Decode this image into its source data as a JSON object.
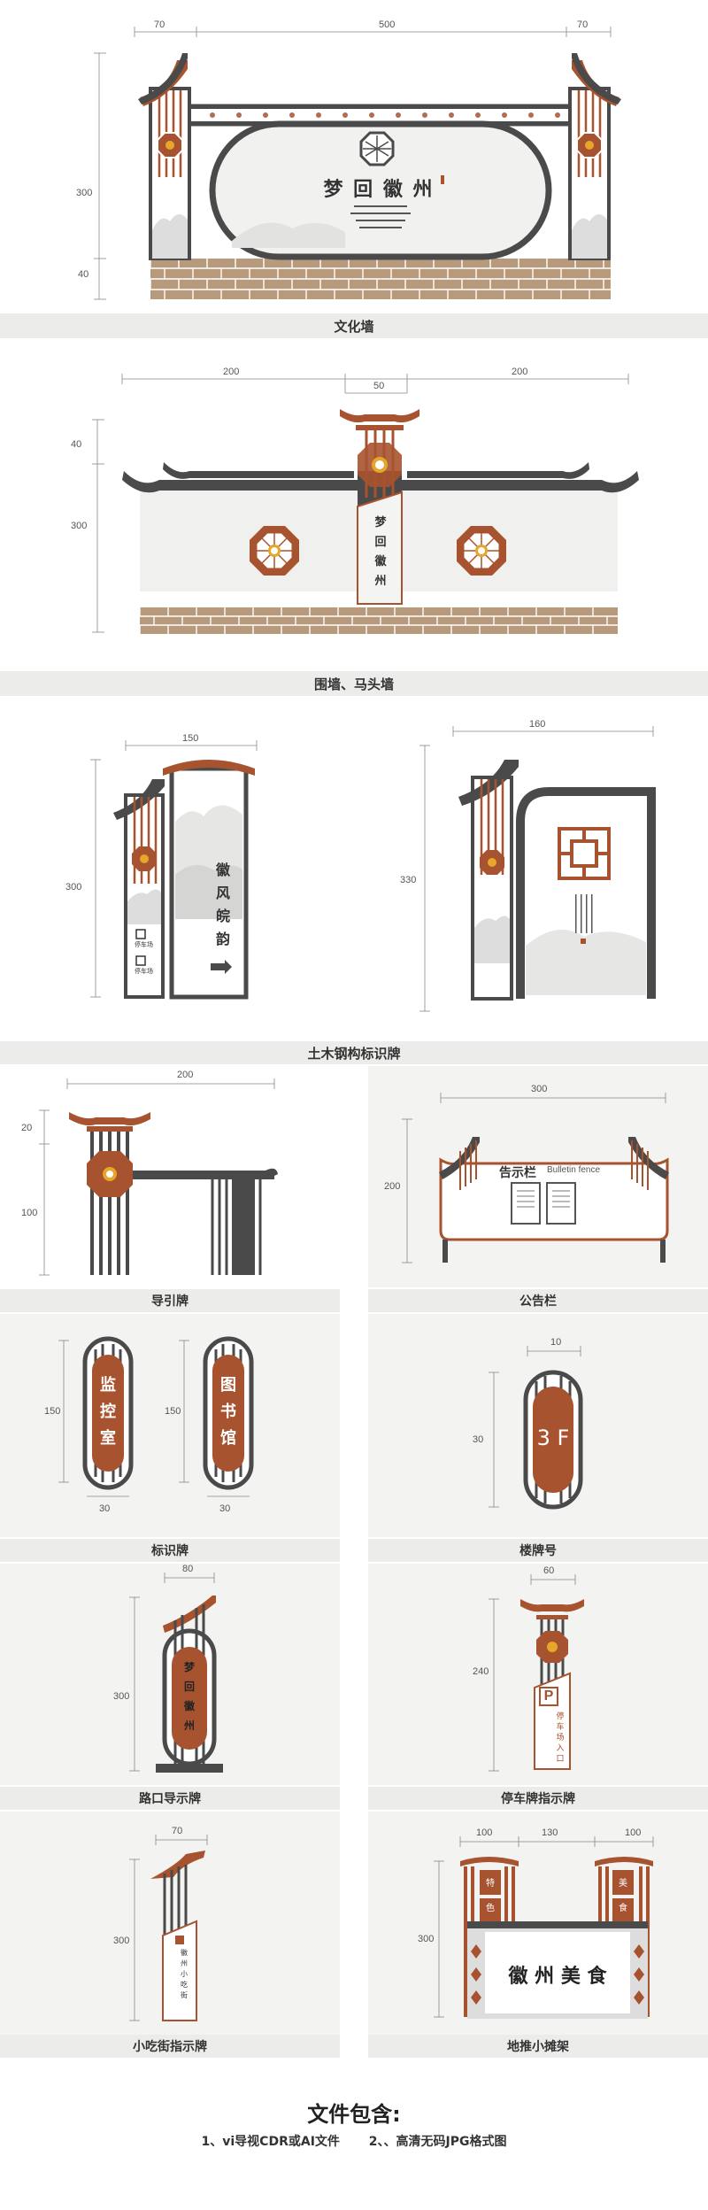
{
  "sections": {
    "culture_wall": {
      "label": "文化墙",
      "dims": {
        "top_left": "70",
        "top_mid": "500",
        "top_right": "70",
        "side_height": "300",
        "side_base": "40"
      },
      "sign_title": "梦 回 徽 州"
    },
    "enclosure_wall": {
      "label": "围墙、马头墙",
      "dims": {
        "left": "200",
        "mid": "50",
        "right": "200",
        "upper": "40",
        "main": "300"
      },
      "plaque_text": "梦 回 徽 州"
    },
    "steel_sign": {
      "label": "土木钢构标识牌",
      "left_dims": {
        "width": "150",
        "height": "300"
      },
      "right_dims": {
        "width": "160",
        "height": "330"
      },
      "left_text": "徽 风 皖 韵",
      "left_icon1": "停车场",
      "left_icon2": "停车场"
    },
    "guide_sign": {
      "label": "导引牌",
      "dims": {
        "width": "200",
        "top": "20",
        "height": "100"
      }
    },
    "bulletin": {
      "label": "公告栏",
      "dims": {
        "width": "300",
        "height": "200"
      },
      "title_cn": "告示栏",
      "title_en": "Bulletin fence"
    },
    "id_sign": {
      "label": "标识牌",
      "sign1": {
        "text": "监 控 室",
        "height": "150",
        "width": "30"
      },
      "sign2": {
        "text": "图 书 馆",
        "height": "150",
        "width": "30"
      }
    },
    "floor_sign": {
      "label": "楼牌号",
      "dims": {
        "width": "10",
        "height": "30"
      },
      "floor_text": "3 F"
    },
    "road_sign": {
      "label": "路口导示牌",
      "dims": {
        "width": "80",
        "height": "300"
      },
      "text": "梦 回 徽 州"
    },
    "parking_sign": {
      "label": "停车牌指示牌",
      "dims": {
        "width": "60",
        "height": "240"
      },
      "icon": "P",
      "text": "停车场入口"
    },
    "snack_sign": {
      "label": "小吃街指示牌",
      "dims": {
        "width": "70",
        "height": "300"
      },
      "text": "徽州小吃街"
    },
    "stall": {
      "label": "地推小摊架",
      "dims": {
        "left": "100",
        "mid": "130",
        "right": "100",
        "height": "300"
      },
      "sign_text": "徽 州 美 食",
      "tag_left": "特色",
      "tag_right": "美食"
    }
  },
  "footer": {
    "title": "文件包含:",
    "item1": "1、vi导视CDR或AI文件",
    "item2": "2、、高清无码JPG格式图"
  },
  "colors": {
    "rust": "#a7532f",
    "dark": "#4a4a4a",
    "brick": "#b79a7c",
    "bg": "#ececea"
  }
}
